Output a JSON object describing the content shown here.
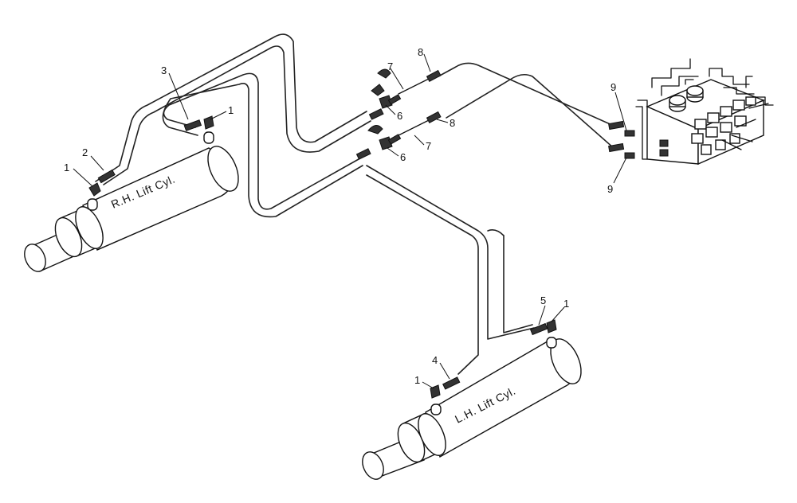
{
  "cylinders": {
    "rh_label": "R.H. Lift Cyl.",
    "lh_label": "L.H. Lift Cyl."
  },
  "callouts": {
    "c1_rh_front": "1",
    "c2": "2",
    "c3": "3",
    "c1_rh_rear": "1",
    "c7_upper": "7",
    "c8_upper": "8",
    "c6_upper": "6",
    "c7_lower": "7",
    "c8_lower": "8",
    "c6_lower": "6",
    "c9_upper": "9",
    "c9_lower": "9",
    "c5": "5",
    "c1_lh_rear": "1",
    "c4": "4",
    "c1_lh_front": "1"
  }
}
